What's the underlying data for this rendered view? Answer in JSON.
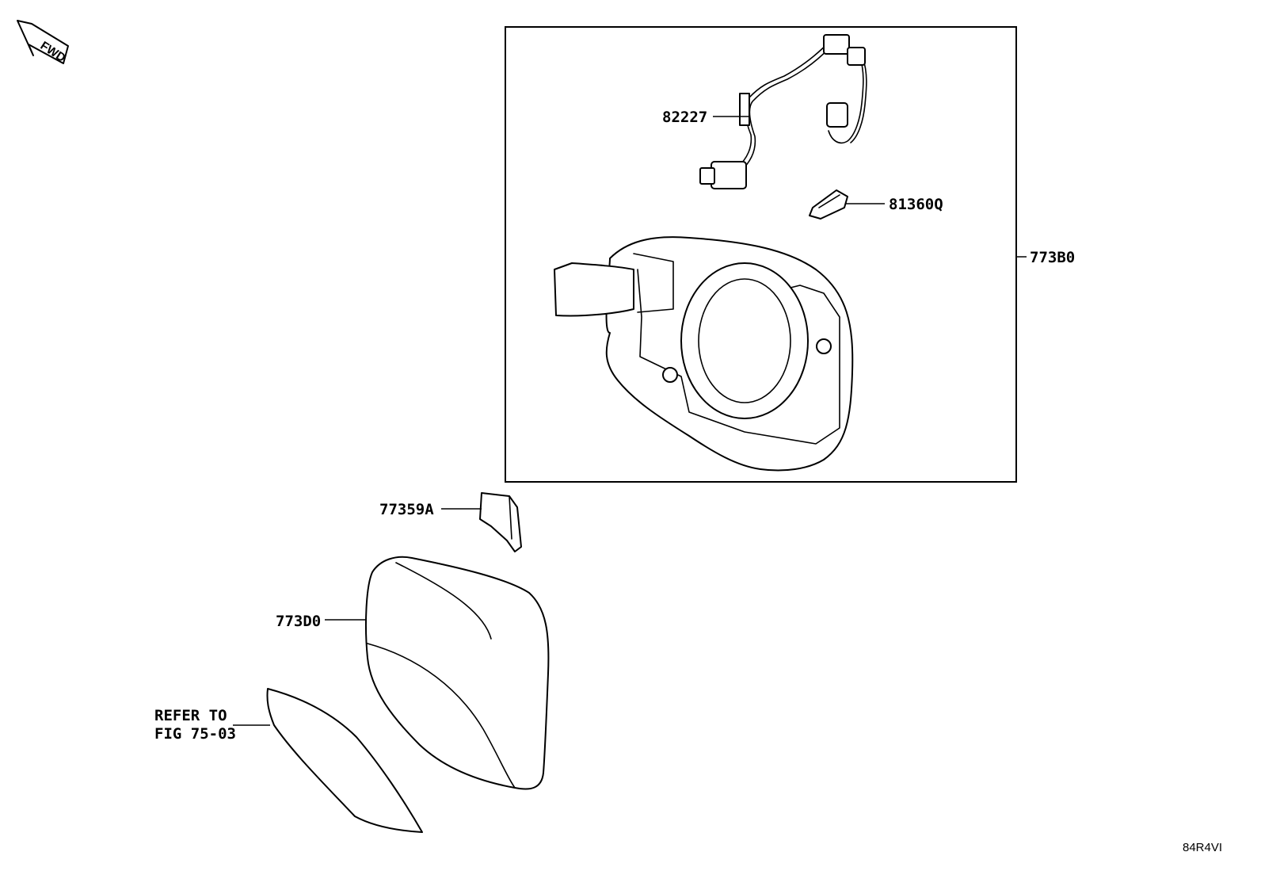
{
  "diagram": {
    "orientation_badge": {
      "text": "FWD",
      "icon": "fwd-arrow-icon"
    },
    "figure_code": "84R4VI",
    "callouts": [
      {
        "id": "harness",
        "label": "82227"
      },
      {
        "id": "bulb",
        "label": "81360Q"
      },
      {
        "id": "assembly",
        "label": "773B0"
      },
      {
        "id": "clip",
        "label": "77359A"
      },
      {
        "id": "cover",
        "label": "773D0"
      }
    ],
    "reference_note": {
      "line1": "REFER TO",
      "line2": "FIG 75-03"
    }
  }
}
